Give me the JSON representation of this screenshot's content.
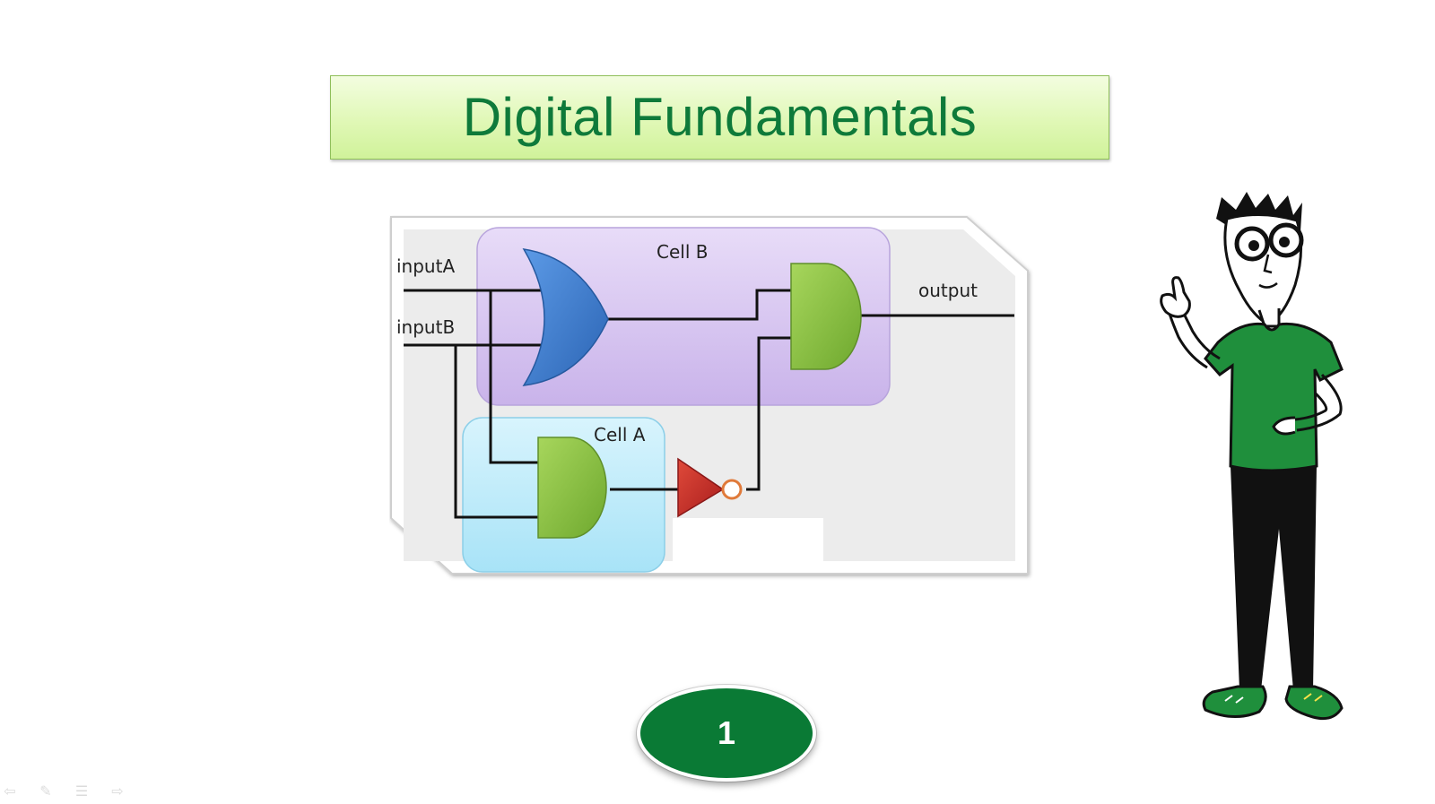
{
  "slide": {
    "title": "Digital Fundamentals",
    "number": "1"
  },
  "diagram": {
    "labels": {
      "input_a": "inputA",
      "input_b": "inputB",
      "cell_b": "Cell B",
      "cell_a": "Cell A",
      "output": "output"
    },
    "colors": {
      "cell_b": "#dccbf0",
      "cell_a": "#bfeaf8",
      "or_gate": "#3c7fd0",
      "and_gate": "#8cc34a",
      "not_gate": "#c72a2a",
      "wire": "#111111"
    }
  },
  "controls": {
    "icons": [
      "back-arrow-icon",
      "pen-icon",
      "menu-icon",
      "forward-arrow-icon"
    ]
  },
  "colors": {
    "title_text": "#0e7a3a",
    "slide_number_bg": "#0a7a35"
  }
}
